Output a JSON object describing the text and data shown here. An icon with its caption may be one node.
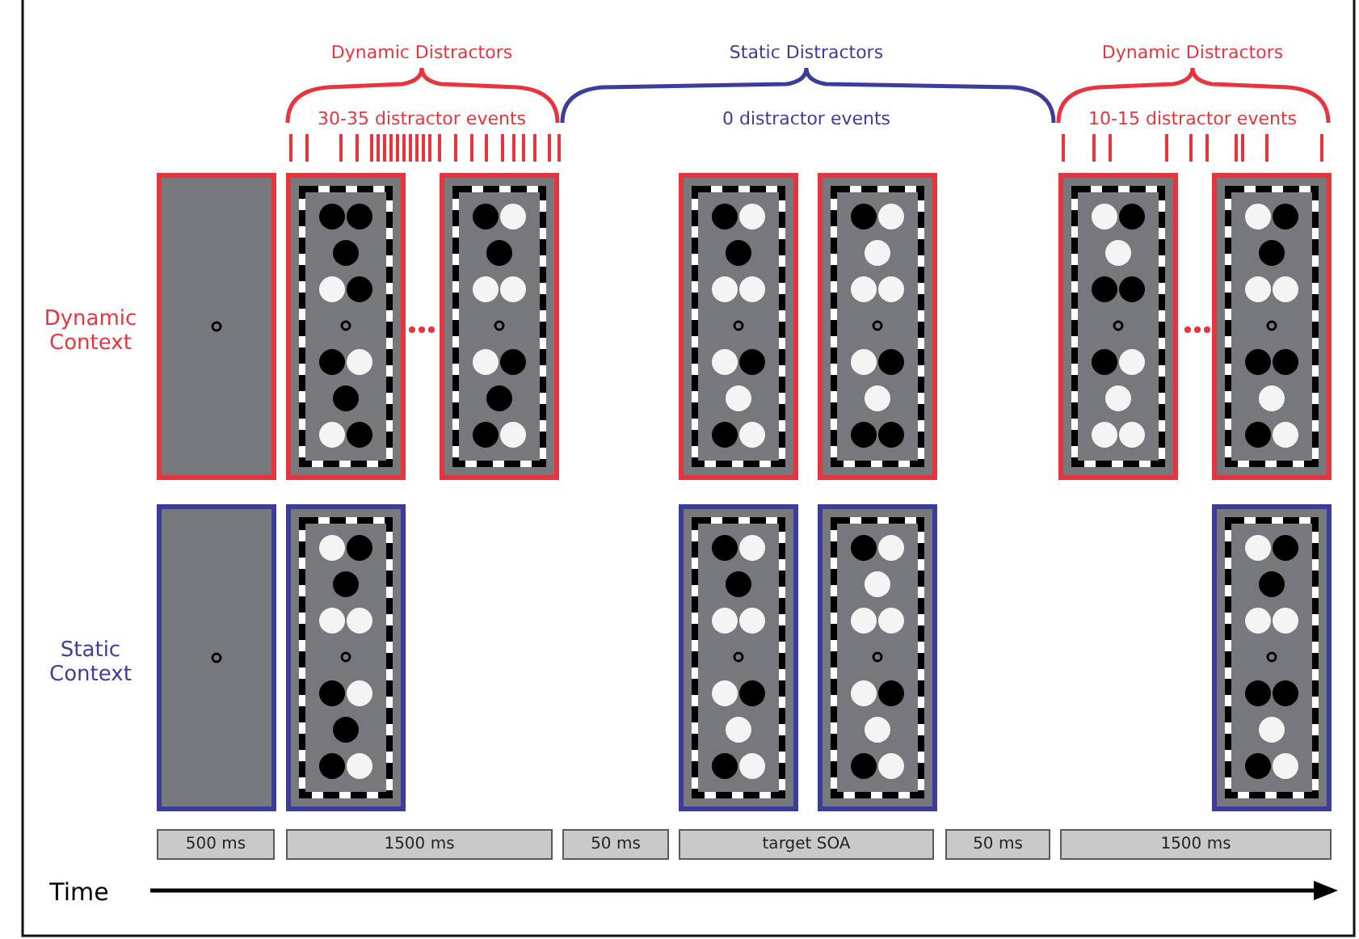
{
  "diagram": {
    "nodes": [
      {
        "text": [
          "500 ms"
        ]
      },
      {
        "text": [
          "1500 ms"
        ]
      },
      {
        "text": [
          "50 ms"
        ]
      },
      {
        "text": [
          "target SOA"
        ]
      },
      {
        "text": [
          "50 ms"
        ]
      },
      {
        "text": [
          "1500 ms"
        ]
      }
    ],
    "edges": [],
    "labels": [
      "Dynamic Distractors",
      "Static Distractors",
      "Dynamic Distractors",
      "30-35 distractor events",
      "0 distractor events",
      "10-15 distractor events",
      "Dynamic Context",
      "Static Context",
      "Time"
    ]
  }
}
